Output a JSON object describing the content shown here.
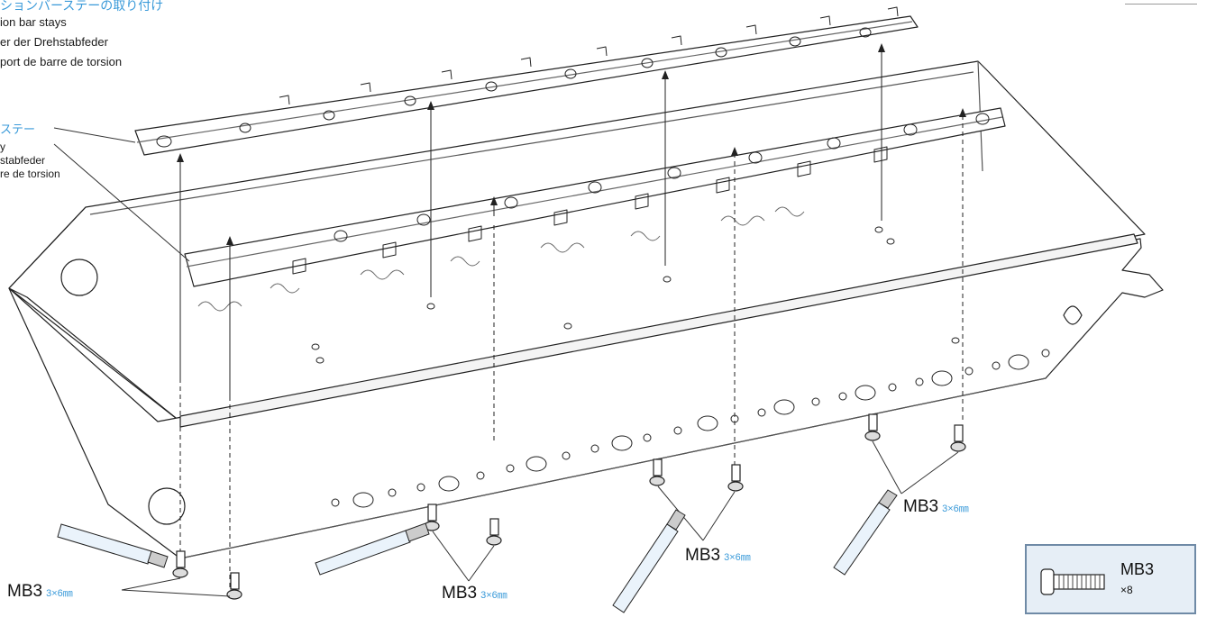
{
  "header": {
    "title_jp": "ションバーステーの取り付け",
    "line_en": "ion bar stays",
    "line_de": "er der Drehstabfeder",
    "line_fr": "port de barre de torsion"
  },
  "callout": {
    "jp": "ステー",
    "line1": "y",
    "line2": "stabfeder",
    "line3": "re de torsion"
  },
  "screws": [
    {
      "label": "MB3",
      "size": "3×6㎜"
    },
    {
      "label": "MB3",
      "size": "3×6㎜"
    },
    {
      "label": "MB3",
      "size": "3×6㎜"
    },
    {
      "label": "MB3",
      "size": "3×6㎜"
    }
  ],
  "parts_box": {
    "label": "MB3",
    "qty": "×8"
  },
  "colors": {
    "accent": "#3a9ad9",
    "box_fill": "#e6eef6",
    "box_border": "#6f8aa6"
  }
}
